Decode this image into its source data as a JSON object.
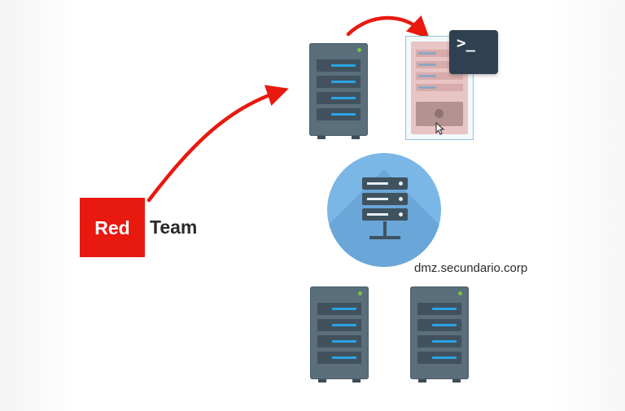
{
  "team_label": {
    "badge": "Red",
    "word": "Team"
  },
  "dmz_label": "dmz.secundario.corp",
  "terminal_prompt": ">_",
  "colors": {
    "red_team": "#e8190f",
    "arrow": "#e8190f",
    "server_body": "#5a6e7c",
    "server_light": "#29a4e6",
    "compromised_server": "#e8c4c4",
    "dmz_circle": "#7ab6e6",
    "terminal": "#2f4150"
  },
  "icons": [
    "server-icon",
    "compromised-server-icon",
    "terminal-icon",
    "dmz-server-icon",
    "cursor-icon",
    "arrow"
  ]
}
